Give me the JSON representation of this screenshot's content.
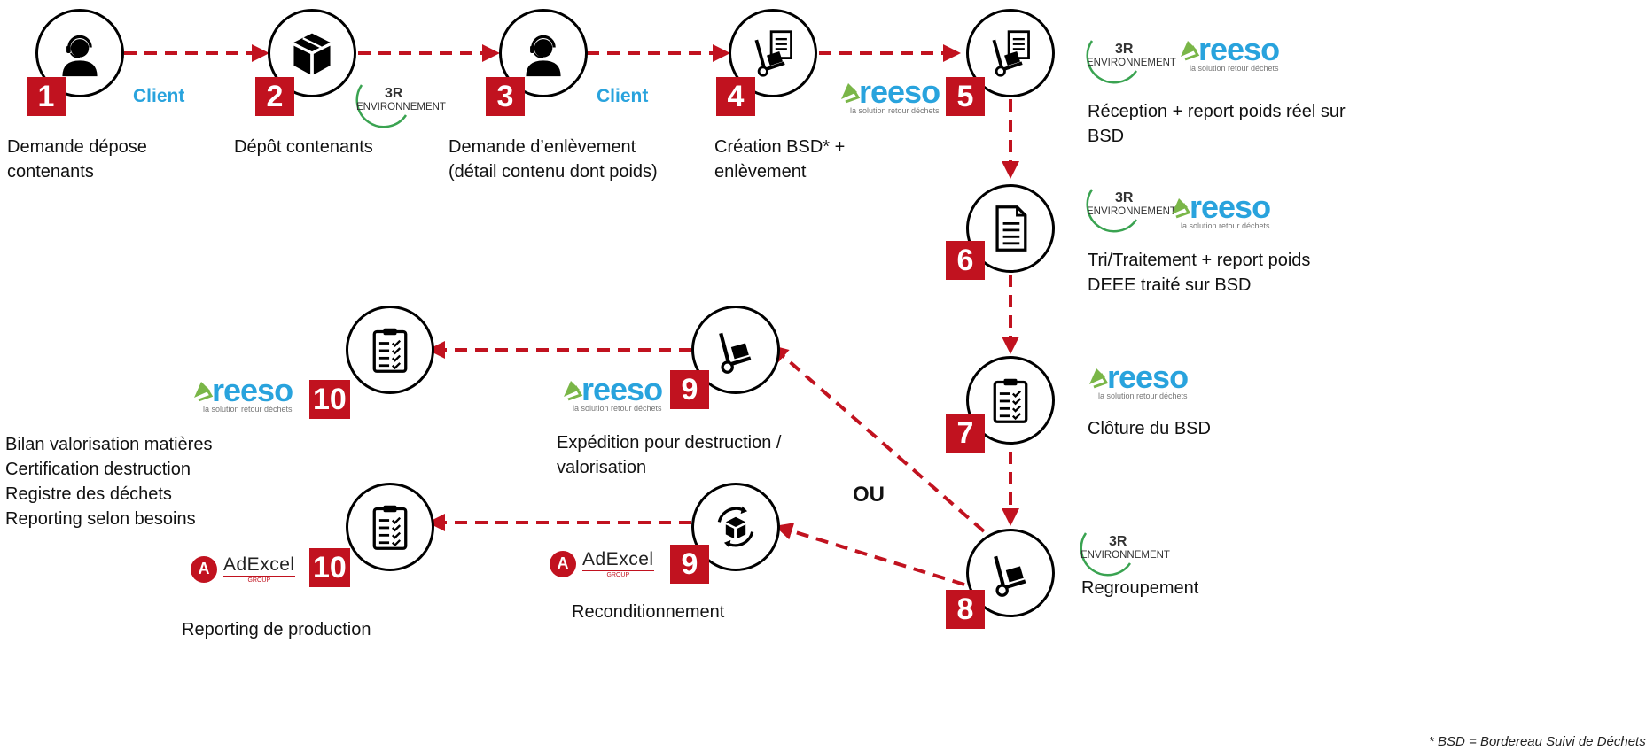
{
  "steps": [
    {
      "id": "1",
      "label": "Demande dépose\ncontenants",
      "icon": "headset-person-icon",
      "actor": "Client"
    },
    {
      "id": "2",
      "label": "Dépôt contenants",
      "icon": "box-icon",
      "actor": "3R ENVIRONNEMENT"
    },
    {
      "id": "3",
      "label": "Demande d’enlèvement\n(détail contenu dont poids)",
      "icon": "headset-person-icon",
      "actor": "Client"
    },
    {
      "id": "4",
      "label": "Création BSD* +\nenlèvement",
      "icon": "handtruck-document-icon",
      "actor": "reeso"
    },
    {
      "id": "5",
      "label": "Réception + report poids réel sur\nBSD",
      "icon": "handtruck-document-icon",
      "actor": "3R ENVIRONNEMENT + reeso"
    },
    {
      "id": "6",
      "label": "Tri/Traitement + report poids\nDEEE traité sur BSD",
      "icon": "document-icon",
      "actor": "3R ENVIRONNEMENT + reeso"
    },
    {
      "id": "7",
      "label": "Clôture du BSD",
      "icon": "clipboard-icon",
      "actor": "reeso"
    },
    {
      "id": "8",
      "label": "Regroupement",
      "icon": "handtruck-icon",
      "actor": "3R ENVIRONNEMENT"
    },
    {
      "id": "9",
      "label": "Expédition pour destruction /\nvalorisation",
      "icon": "handtruck-icon",
      "actor": "reeso"
    },
    {
      "id": "9",
      "label": "Reconditionnement",
      "icon": "recycle-box-icon",
      "actor": "AdExcel"
    },
    {
      "id": "10",
      "label": "Bilan valorisation  matières\nCertification destruction\nRegistre des déchets\nReporting  selon besoins",
      "icon": "clipboard-icon",
      "actor": "reeso"
    },
    {
      "id": "10",
      "label": "Reporting de production",
      "icon": "clipboard-icon",
      "actor": "AdExcel"
    }
  ],
  "client_label": "Client",
  "branch_label": "OU",
  "footnote": "* BSD = Bordereau Suivi de Déchets",
  "logos": {
    "env3r": {
      "r3": "3R",
      "text": "ENVIRONNEMENT"
    },
    "reeso": {
      "text": "reeso",
      "tagline": "la solution retour déchets"
    },
    "adexcel": {
      "mark": "A",
      "text": "AdExcel",
      "group": "GROUP"
    }
  },
  "colors": {
    "accent_red": "#c1121f",
    "client_blue": "#29a3dd",
    "reeso_blue": "#29a3dd",
    "reeso_green": "#7ab648",
    "env3r_green": "#3aa351"
  }
}
